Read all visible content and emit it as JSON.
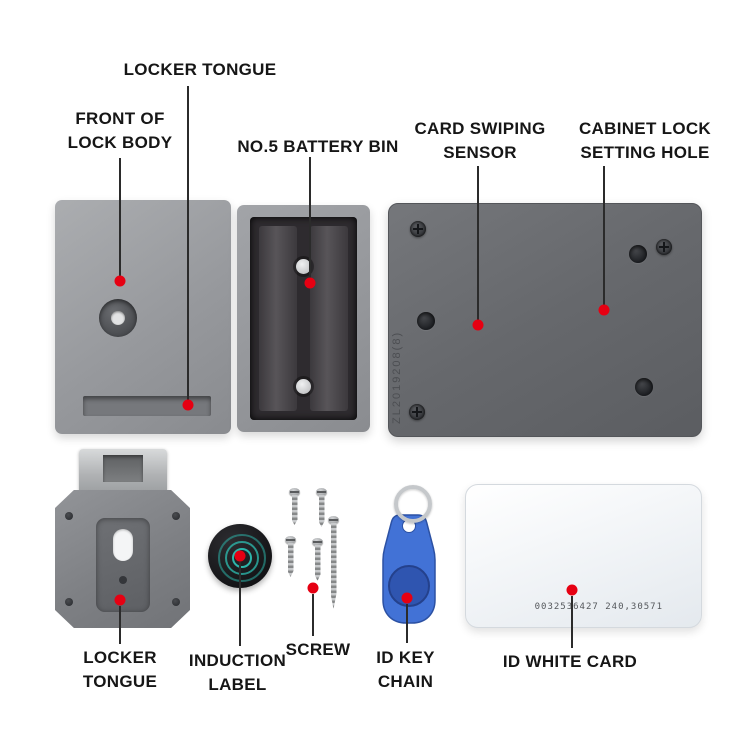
{
  "diagram": {
    "callouts": {
      "locker_tongue_top": {
        "label": "LOCKER TONGUE"
      },
      "front_of_lock_body": {
        "line1": "FRONT OF",
        "line2": "LOCK BODY"
      },
      "battery_bin": {
        "label": "NO.5 BATTERY BIN"
      },
      "card_swiping_sensor": {
        "line1": "CARD SWIPING",
        "line2": "SENSOR"
      },
      "cabinet_lock_setting_hole": {
        "line1": "CABINET LOCK",
        "line2": "SETTING HOLE"
      },
      "locker_tongue_bottom": {
        "line1": "LOCKER",
        "line2": "TONGUE"
      },
      "induction_label": {
        "line1": "INDUCTION",
        "line2": "LABEL"
      },
      "screw": {
        "label": "SCREW"
      },
      "id_key_chain": {
        "line1": "ID KEY",
        "line2": "CHAIN"
      },
      "id_white_card": {
        "label": "ID WHITE CARD"
      }
    },
    "back_body_engraving": "ZL2019208(8)",
    "card_serial": "0032536427  240,30571",
    "colors": {
      "callout_dot": "#e60012",
      "callout_line": "#2b2b2b",
      "label_text": "#161616",
      "induction_arc": "#2dbeb2",
      "key_fob_blue": "#4272d6",
      "lock_gray": "#8a8c90",
      "back_body_gray": "#66686c"
    }
  }
}
